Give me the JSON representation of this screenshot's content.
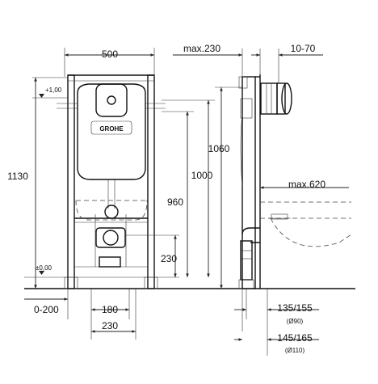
{
  "front_view": {
    "width_label": "500",
    "height_1130": "1130",
    "height_1060": "1060",
    "height_1000": "1000",
    "height_960": "960",
    "height_230": "230",
    "level_top": "+1,00",
    "level_floor": "±0,00",
    "logo_text": "GROHE",
    "offset_0_200": "0-200",
    "spacing_180": "180",
    "spacing_230": "230"
  },
  "side_view": {
    "max_230": "max.230",
    "range_10_70": "10-70",
    "max_620": "max.620",
    "d135_155": "135/155",
    "d90": "(Ø90)",
    "d145_165": "145/165",
    "d110": "(Ø110)"
  }
}
